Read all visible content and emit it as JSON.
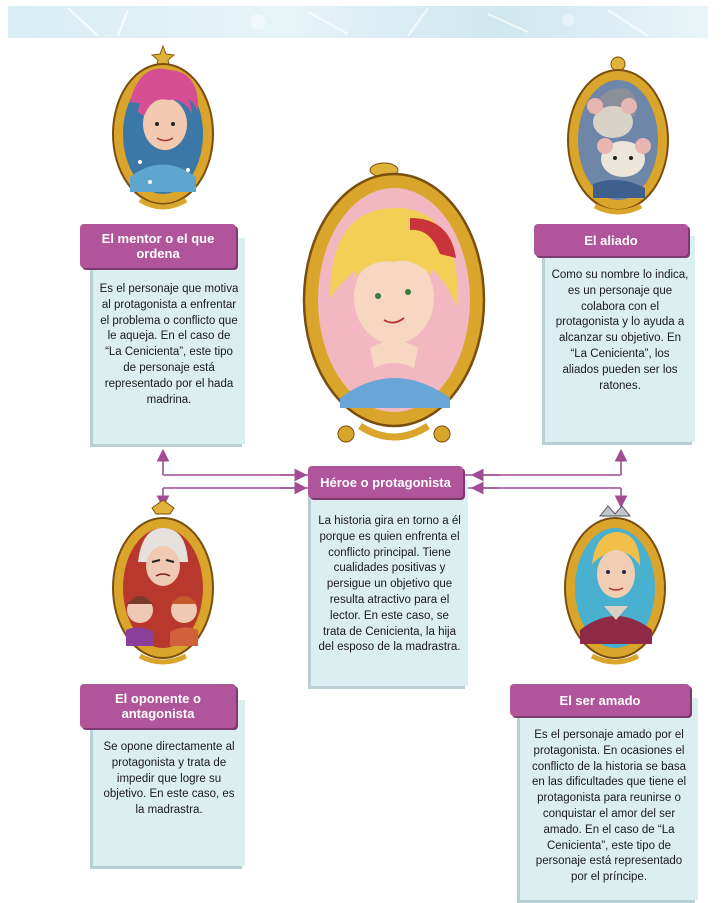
{
  "nodes": {
    "mentor": {
      "label": "El mentor o el que ordena",
      "text": "Es el personaje que motiva al protagonista a enfrentar el problema o conflicto que le aqueja. En el caso de “La Cenicienta”, este tipo de personaje está representado por el hada madrina."
    },
    "aliado": {
      "label": "El aliado",
      "text": "Como su nombre lo indica, es un personaje que colabora con el protagonista y lo ayuda a alcanzar su objetivo. En “La Cenicienta”, los aliados pueden ser los ratones."
    },
    "heroe": {
      "label": "Héroe o protagonista",
      "text": "La historia gira en torno a él porque es quien enfrenta el conflicto principal. Tiene cualidades positivas y persigue un objetivo que resulta atractivo para el lector. En este caso, se trata de Cenicienta, la hija del esposo de la madrastra."
    },
    "oponente": {
      "label": "El oponente o antagonista",
      "text": "Se opone directamente al protagonista y trata de impedir que logre su objetivo. En este caso, es la madrastra."
    },
    "amado": {
      "label": "El ser amado",
      "text": "Es el personaje amado por el protagonista. En ocasiones el conflicto de la historia se basa en las dificultades que tiene el protagonista para reunirse o conquistar el amor del ser amado. En el caso de “La Cenicienta”, este tipo de personaje está representado por el príncipe."
    }
  },
  "colors": {
    "label_bg": "#b0559a",
    "card_bg": "#dbeef0",
    "arrow": "#a24d93",
    "frame_gold": "#d9a52b"
  },
  "icons": [
    "fairy-godmother-portrait-icon",
    "mice-portrait-icon",
    "cinderella-portrait-icon",
    "stepmother-portrait-icon",
    "prince-portrait-icon"
  ]
}
